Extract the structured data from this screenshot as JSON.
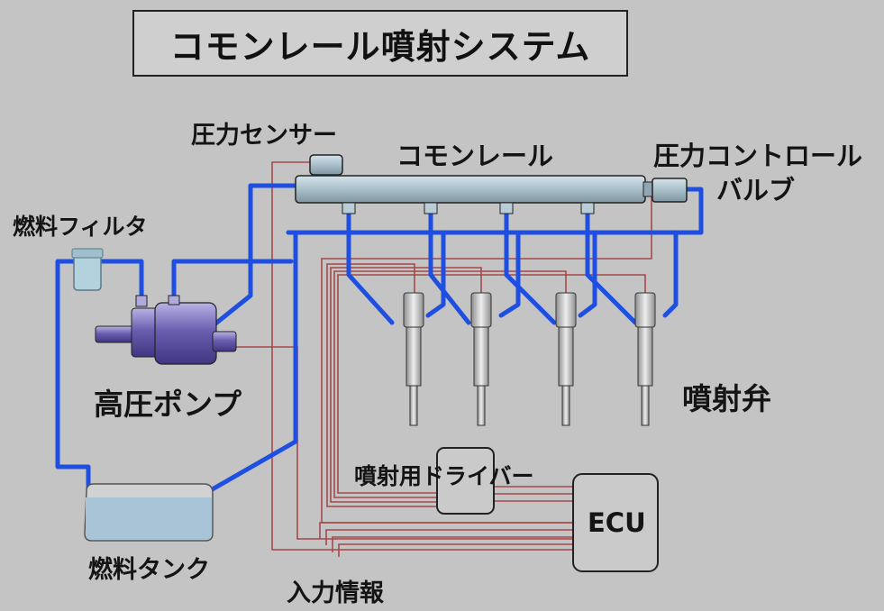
{
  "title": "コモンレール噴射システム",
  "labels": {
    "pressure_sensor": "圧力センサー",
    "common_rail": "コモンレール",
    "pressure_control_valve_line1": "圧力コントロール",
    "pressure_control_valve_line2": "バルブ",
    "fuel_filter": "燃料フィルタ",
    "high_pressure_pump": "高圧ポンプ",
    "injector": "噴射弁",
    "injection_driver": "噴射用ドライバー",
    "ecu": "ECU",
    "fuel_tank": "燃料タンク",
    "input_info": "入力情報"
  },
  "colors": {
    "background": "#c4c4c4",
    "fuel_line": "#1f4fe0",
    "signal_line": "#a34a4a",
    "rail": "#a9bfc9",
    "pump": "#6a5fb0",
    "tank_fuel": "#a8c4d6",
    "outline": "#222222"
  }
}
